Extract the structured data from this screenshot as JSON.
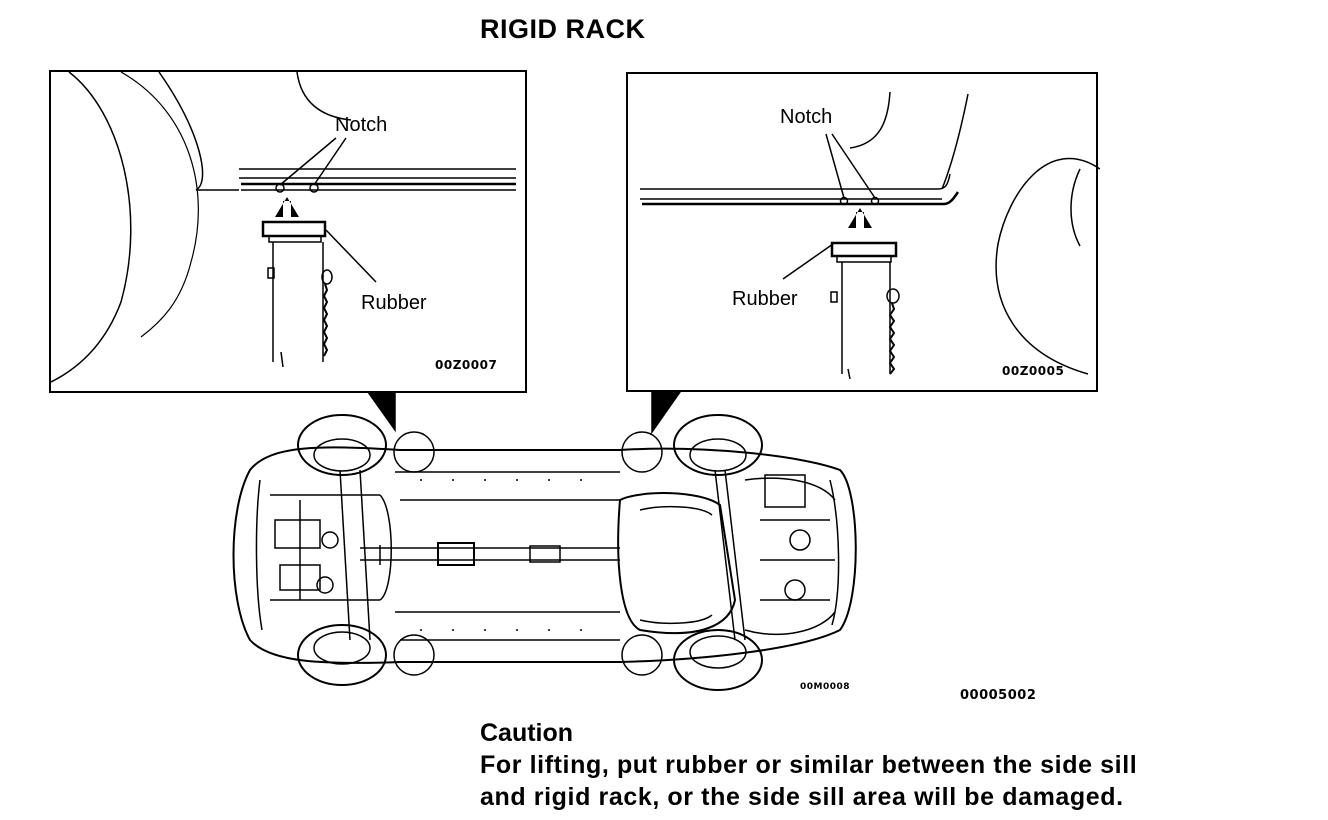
{
  "title": "RIGID RACK",
  "left_panel": {
    "notch_label": "Notch",
    "rubber_label": "Rubber",
    "code": "00Z0007"
  },
  "right_panel": {
    "notch_label": "Notch",
    "rubber_label": "Rubber",
    "code": "00Z0005"
  },
  "car": {
    "small_code": "00M0008",
    "code": "00005002"
  },
  "caution": {
    "heading": "Caution",
    "line1": "For lifting, put rubber or similar between the side sill",
    "line2": "and rigid rack, or the side sill area will be damaged."
  }
}
